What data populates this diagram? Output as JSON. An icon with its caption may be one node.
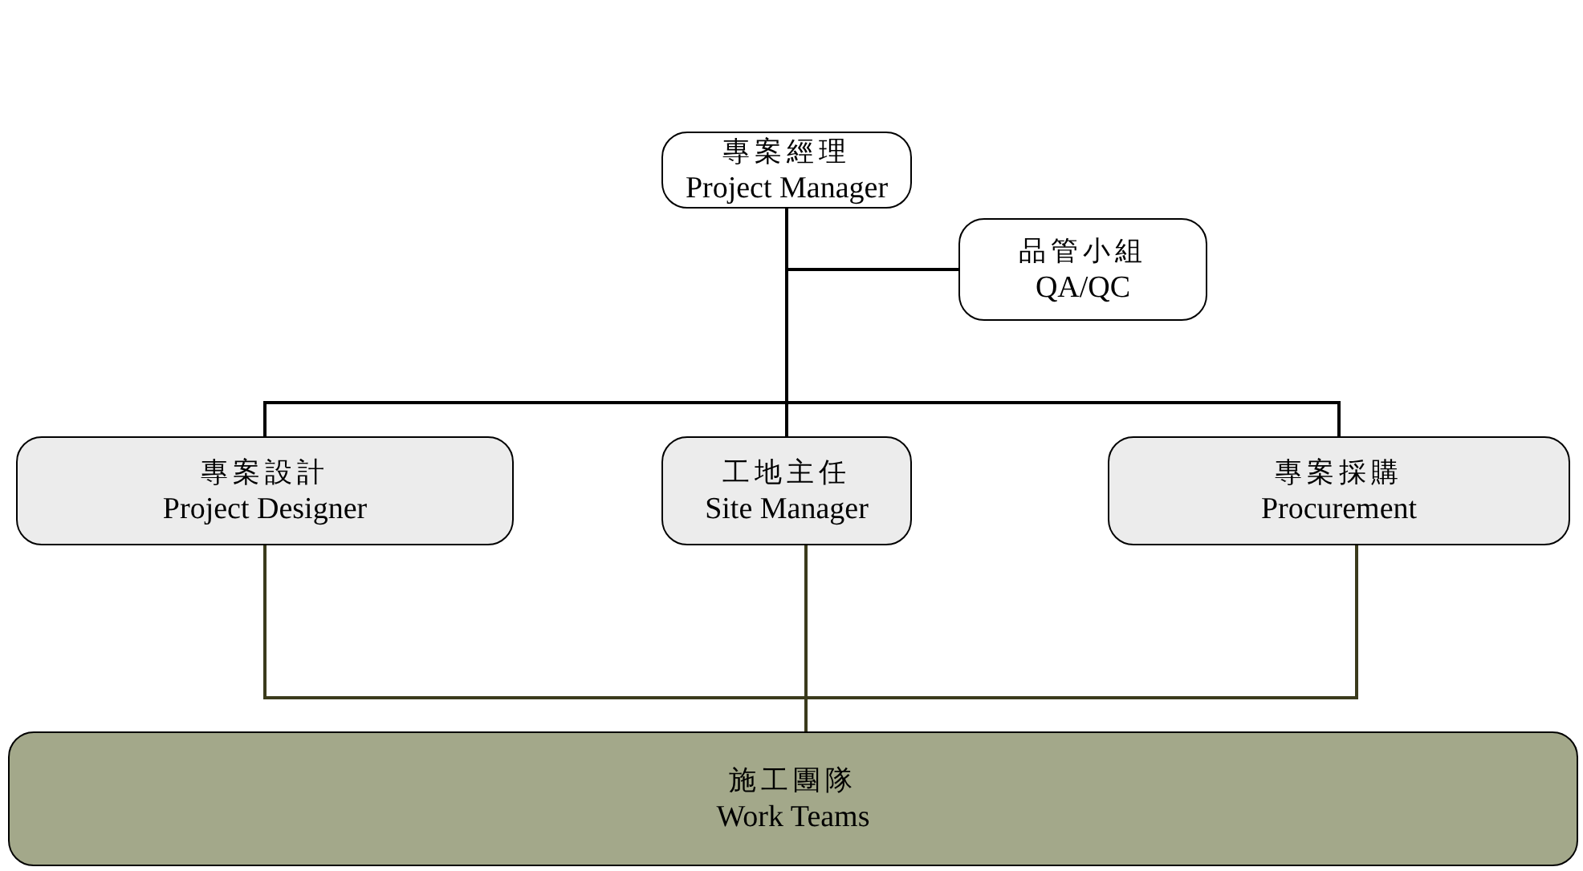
{
  "diagram": {
    "nodes": [
      {
        "text": [
          "專案經理",
          "Project Manager"
        ]
      },
      {
        "text": [
          "品管小組",
          "QA/QC"
        ]
      },
      {
        "text": [
          "專案設計",
          "Project Designer"
        ]
      },
      {
        "text": [
          "工地主任",
          "Site Manager"
        ]
      },
      {
        "text": [
          "專案採購",
          "Procurement"
        ]
      },
      {
        "text": [
          "施工團隊",
          "Work Teams"
        ]
      }
    ],
    "edges": [
      {
        "from": 0,
        "to": 1,
        "arrow": "none"
      },
      {
        "from": 0,
        "to": 2,
        "arrow": "none"
      },
      {
        "from": 0,
        "to": 3,
        "arrow": "none"
      },
      {
        "from": 0,
        "to": 4,
        "arrow": "none"
      },
      {
        "from": 2,
        "to": 5,
        "arrow": "none",
        "color": "#3b3b1c"
      },
      {
        "from": 3,
        "to": 5,
        "arrow": "none",
        "color": "#3b3b1c"
      },
      {
        "from": 4,
        "to": 5,
        "arrow": "none",
        "color": "#3b3b1c"
      }
    ]
  }
}
